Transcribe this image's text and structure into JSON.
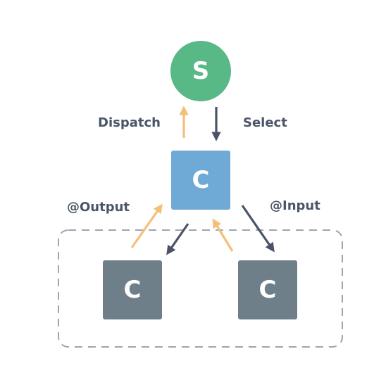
{
  "colors": {
    "store": "#58b886",
    "container": "#6fa9d6",
    "child": "#6f7f89",
    "up_arrow": "#f4bf79",
    "down_arrow": "#4b5466",
    "group_border": "#9aa6b2",
    "text": "#4b5568"
  },
  "nodes": {
    "store": "S",
    "container": "C",
    "child_left": "C",
    "child_right": "C"
  },
  "labels": {
    "dispatch": "Dispatch",
    "select": "Select",
    "output": "@Output",
    "input": "@Input"
  }
}
